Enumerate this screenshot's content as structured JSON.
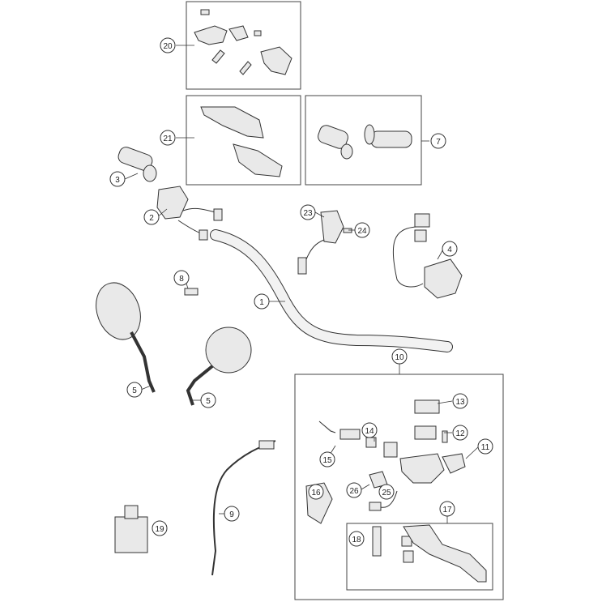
{
  "callouts": {
    "c1": "1",
    "c2": "2",
    "c3": "3",
    "c4": "4",
    "c5a": "5",
    "c5b": "5",
    "c7": "7",
    "c8": "8",
    "c9": "9",
    "c10": "10",
    "c11": "11",
    "c12": "12",
    "c13": "13",
    "c14": "14",
    "c15": "15",
    "c16": "16",
    "c17": "17",
    "c18": "18",
    "c19": "19",
    "c20": "20",
    "c21": "21",
    "c23": "23",
    "c24": "24",
    "c25": "25",
    "c26": "26"
  }
}
